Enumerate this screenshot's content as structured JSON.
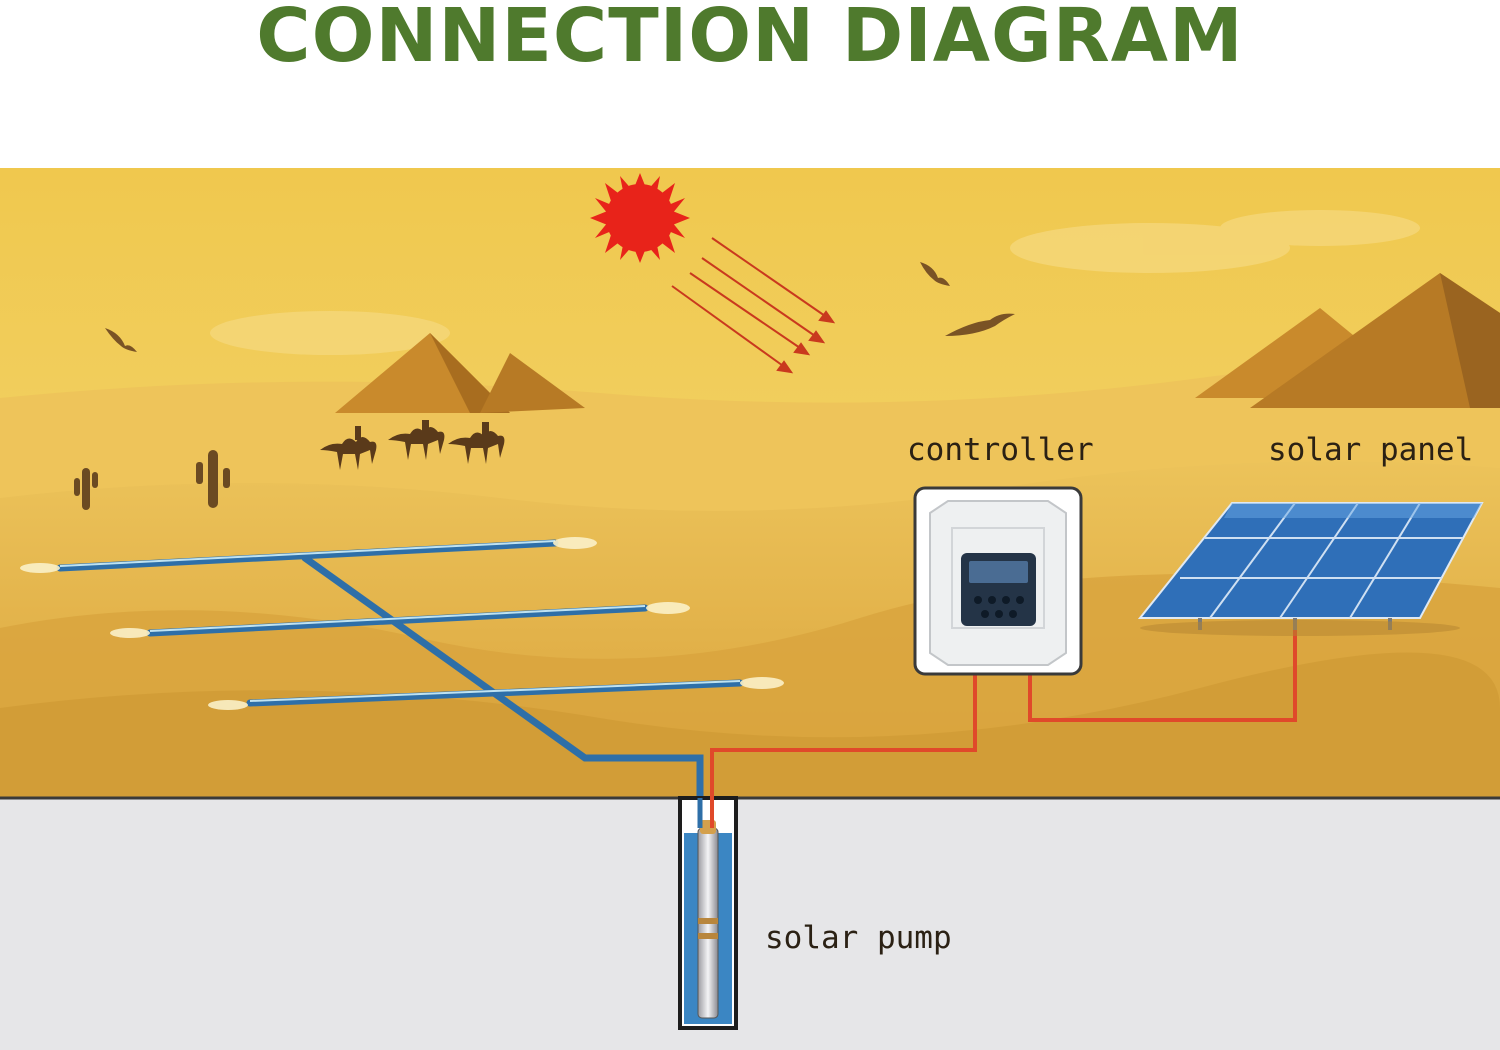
{
  "title": "CONNECTION DIAGRAM",
  "labels": {
    "controller": "controller",
    "solar_panel": "solar panel",
    "solar_pump": "solar pump"
  },
  "colors": {
    "title": "#4f7a2d",
    "sky": "#f1cf57",
    "sand": "#e3b348",
    "pipe": "#2e6fa8",
    "wire": "#e0492a",
    "sun": "#e8231a",
    "ground": "#e6e6e8"
  },
  "icons": [
    "sun-icon",
    "pyramid-icon",
    "camel-icon",
    "cactus-icon",
    "bird-icon",
    "controller-icon",
    "solar-panel-icon",
    "pump-icon"
  ]
}
